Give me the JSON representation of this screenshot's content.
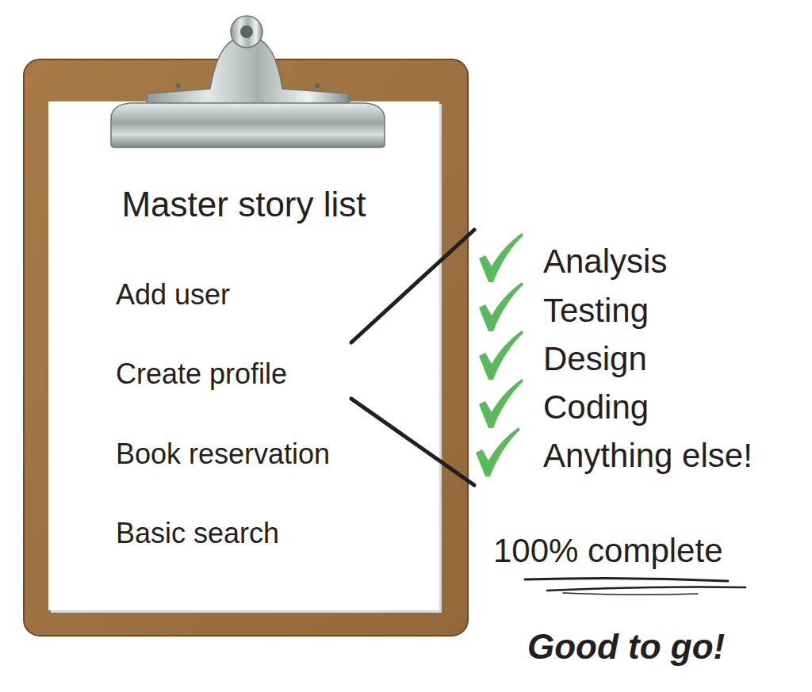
{
  "diagram": {
    "nodes": [
      {
        "text": [
          "Master story list",
          "Add user",
          "Create profile",
          "Book reservation",
          "Basic search"
        ]
      }
    ],
    "labels": [
      "Analysis",
      "Testing",
      "Design",
      "Coding",
      "Anything else!",
      "100% complete",
      "Good to go!"
    ]
  }
}
